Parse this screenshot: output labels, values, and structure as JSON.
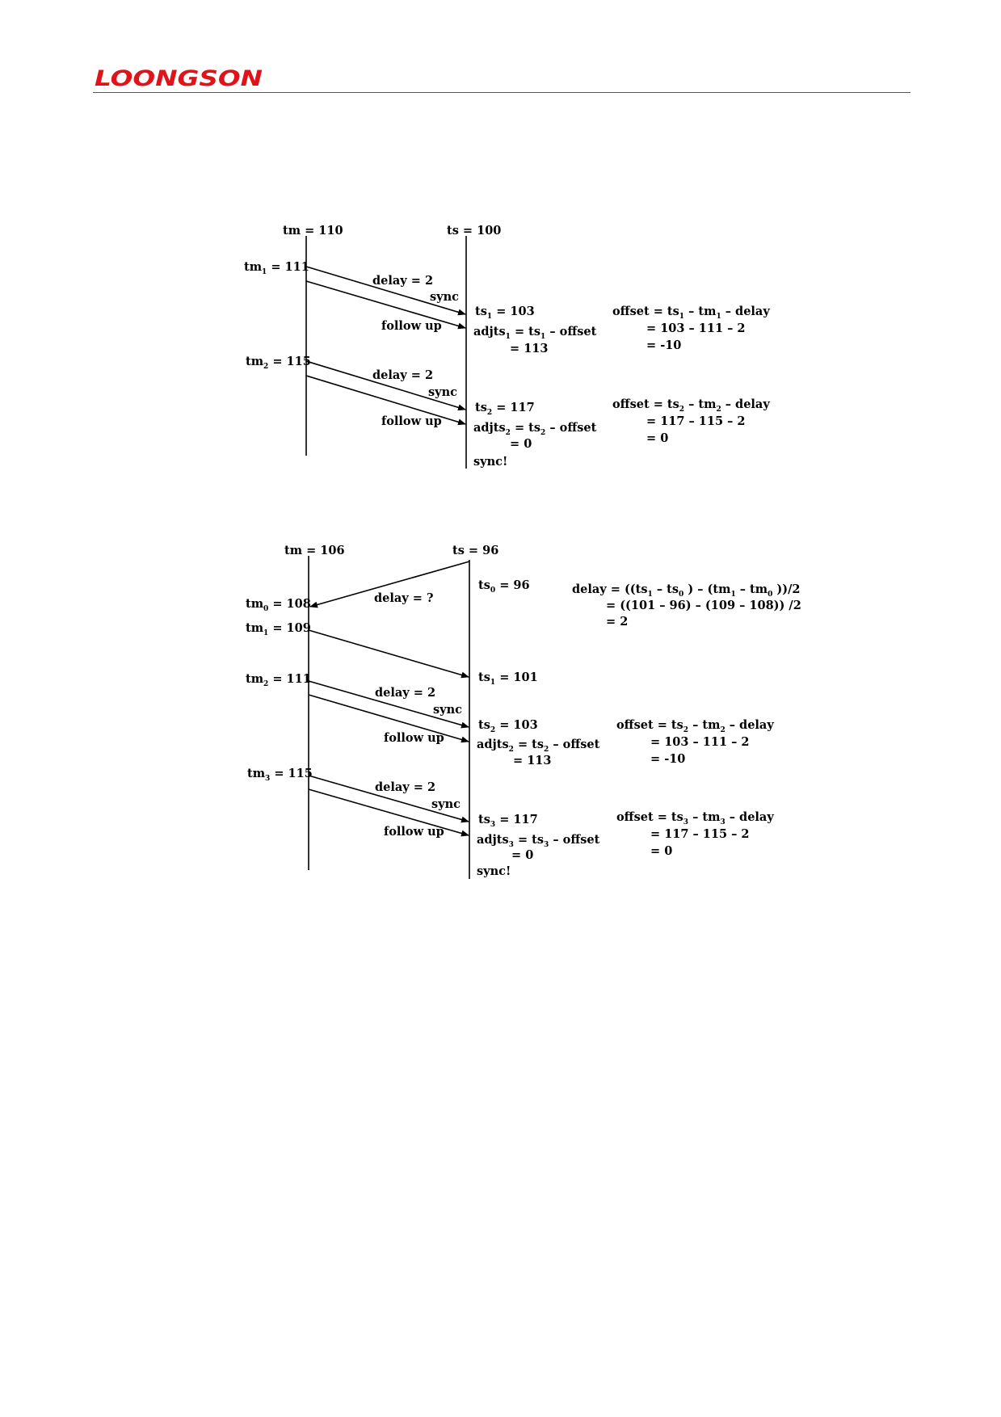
{
  "header": {
    "logo_text": "LOONGSON",
    "brand_color": "#e0131a"
  },
  "diagram1": {
    "master_label": "tm = 110",
    "slave_label": "ts = 100",
    "tm1": [
      "tm",
      "1",
      " = 111"
    ],
    "delay_a": "delay = 2",
    "sync_a": "sync",
    "follow_a": "follow up",
    "ts1": [
      "ts",
      "1",
      " = 103"
    ],
    "adj1_l1": [
      "adjts",
      "1",
      " = ts",
      "1",
      "  –  offset"
    ],
    "adj1_l2": "= 113",
    "off1_l1": [
      "offset = ts",
      "1",
      "  –  tm",
      "1",
      "  –  delay"
    ],
    "off1_l2": "= 103  –  111  –  2",
    "off1_l3": "= -10",
    "tm2": [
      "tm",
      "2",
      " = 115"
    ],
    "delay_b": "delay = 2",
    "sync_b": "sync",
    "follow_b": "follow up",
    "ts2": [
      "ts",
      "2",
      " = 117"
    ],
    "adj2_l1": [
      "adjts",
      "2",
      " = ts",
      "2",
      "  –  offset"
    ],
    "adj2_l2": "= 0",
    "off2_l1": [
      "offset = ts",
      "2",
      "  –  tm",
      "2",
      "  –  delay"
    ],
    "off2_l2": "= 117  –  115  –  2",
    "off2_l3": "= 0",
    "sync_done": "sync!"
  },
  "diagram2": {
    "master_label": "tm = 106",
    "slave_label": "ts = 96",
    "ts0": [
      "ts",
      "0",
      " = 96"
    ],
    "delay_q": "delay = ?",
    "dl1": [
      "delay = ((ts",
      "1",
      "  –  ts",
      "0",
      " )  –  (tm",
      "1",
      "  –  tm",
      "0",
      " ))/2"
    ],
    "dl2": "= ((101  –  96)  –  (109  –  108)) /2",
    "dl3": "= 2",
    "tm0": [
      "tm",
      "0",
      " = 108"
    ],
    "tm1": [
      "tm",
      "1",
      " = 109"
    ],
    "ts1": [
      "ts",
      "1",
      " = 101"
    ],
    "tm2": [
      "tm",
      "2",
      " = 111"
    ],
    "delay_a": "delay = 2",
    "sync_a": "sync",
    "follow_a": "follow up",
    "ts2": [
      "ts",
      "2",
      " = 103"
    ],
    "adj2_l1": [
      "adjts",
      "2",
      " = ts",
      "2",
      "  –  offset"
    ],
    "adj2_l2": "= 113",
    "off2_l1": [
      "offset = ts",
      "2",
      "  –  tm",
      "2",
      "  –  delay"
    ],
    "off2_l2": "= 103  –  111  –  2",
    "off2_l3": "= -10",
    "tm3": [
      "tm",
      "3",
      " = 115"
    ],
    "delay_b": "delay = 2",
    "sync_b": "sync",
    "follow_b": "follow up",
    "ts3": [
      "ts",
      "3",
      " = 117"
    ],
    "adj3_l1": [
      "adjts",
      "3",
      " = ts",
      "3",
      "  –  offset"
    ],
    "adj3_l2": "= 0",
    "off3_l1": [
      "offset = ts",
      "3",
      "  –  tm",
      "3",
      "  –  delay"
    ],
    "off3_l2": "= 117  –  115  –  2",
    "off3_l3": "= 0",
    "sync_done": "sync!"
  }
}
